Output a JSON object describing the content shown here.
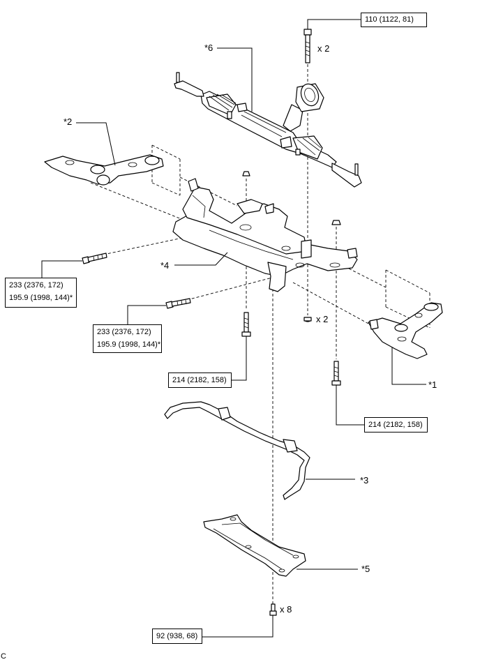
{
  "torque_specs": {
    "steering_gear_bolt": "110 (1122, 81)",
    "frame_front_bolt_a": "233 (2376, 172)",
    "frame_front_bolt_a_alt": "195.9 (1998, 144)*",
    "frame_front_bolt_b": "233 (2376, 172)",
    "frame_front_bolt_b_alt": "195.9 (1998, 144)*",
    "frame_rear_bolt_left": "214 (2182, 158)",
    "frame_rear_bolt_right": "214 (2182, 158)",
    "brace_bolt": "92 (938, 68)"
  },
  "callouts": {
    "steering_gear": "*6",
    "lower_arm_left": "*2",
    "frame": "*4",
    "lower_arm_right": "*1",
    "stabilizer_bar": "*3",
    "brace": "*5"
  },
  "quantities": {
    "steering_bolt": "x 2",
    "frame_nut": "x 2",
    "brace_bolt": "x 8"
  },
  "footer_code": "C"
}
